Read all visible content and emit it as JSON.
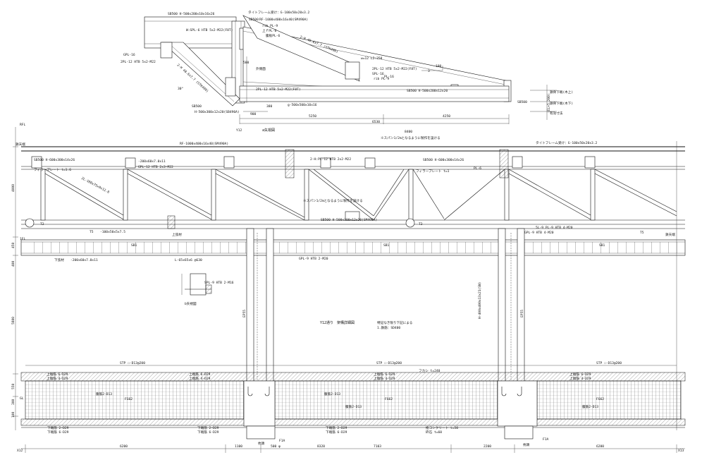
{
  "top_detail": {
    "labels": {
      "s500_top": "SB500 H-500x200x10x16x26",
      "tie_frame_top": "タイトフレーム受け：G-100x50x20x3.2",
      "s500_b": "SB500",
      "rf": "RF-1000x400x16x40(SM490A)",
      "rib_pl9": "rib PL-9",
      "flange_pl6": "上ｆPL-6",
      "web_pl6": "腹板PL-6",
      "gpl_16": "GPL-16",
      "gpl_12_htb": "2PL-12 HTB 5x2-M22",
      "diag1": "2-H 48.6x7.7 (STK400)",
      "diag2": "2-H 48.6x7.7 (STK400)",
      "angle": "30°",
      "w_spl6": "W:SPL-6 HTB 5x2-M22(F8T)",
      "s500_lower": "SB500",
      "bot_chord": "H-500x300x12x20(SB490A)",
      "plate": "g-500x500x10x16",
      "spl12": "2PL-12 HTB 5x2-M22(F8T)",
      "spl16": "SPL-16",
      "rib_pl9b": "rib PL-9",
      "pl16": "PL-16",
      "sh_t": "外側面",
      "wt": "w=12 L2:250",
      "s500_right": "SB500 H-500x200x12x20",
      "s500_lowright": "SB500",
      "dim_900": "900",
      "dim_380": "380",
      "dim_500": "500",
      "dim_5250": "5250",
      "dim_6530": "6530",
      "dim_4250": "4250",
      "slope_100": "100",
      "slope_3": "3",
      "y12": "Y12",
      "section_a": "a矢視図",
      "legend1": "鉄骨下端(木上)",
      "legend2": "鉄骨下端(木下)",
      "legend3": "有効寸法",
      "side_scale": "(EL+5.200)"
    }
  },
  "elevation": {
    "labels": {
      "top_beam": "RF-1000x400x16x40(SM490A)",
      "tie_frame": "タイトフレーム受け：G-100x50x20x3.2",
      "span_note1": "※スパン1/2mとなるように製作を設ける",
      "span_note2": "※スパン1/2mとなるように製作を設ける",
      "dim_8400": "8400",
      "gpl12a": "2-H:PL-12 HTB 2x2-M22",
      "filler1": "フィラープレート t=1.6",
      "filler2": "フィラープレート t=1",
      "pl6_r": "PL-6",
      "sb500_left": "SB500 H-600x300x14x26",
      "sb500_right": "SB500 H-600x300x14x26",
      "gpl12b": "GPL-12 HTB 2x3-M22",
      "pl_left": "-200x60x7.0x11",
      "diag_left": "2L-100x75x9x12.0",
      "lower_chord": "SB500 H-500x300x12x20(SM490A)",
      "t5_a": "-100x50x5x7.5",
      "upper_bracing": "上弦材",
      "lower_bracing": "下弦材",
      "hb": "-200x60x7.0x11",
      "angle_bracing": "L-65x65x6 @630",
      "s81a": "SB1",
      "s81b": "SB1",
      "s81c": "SB1",
      "gpl9": "GPL-9 HTB 2-M20",
      "gpl9b": "GPL-9 HTB 4-M20",
      "tie_left": "T2",
      "tie_mid": "T2",
      "t5_b": "T5",
      "t5_c": "T5",
      "section_b": "b矢視図",
      "spl_b": "SPL-9 HTB 2-M16",
      "y12_note": "Y12通り　架構詳細図",
      "note_a": "特記なき限り下記による",
      "note_b": "1.鉄筋：SD400",
      "column_label1": "EP55",
      "column_label2": "EP55",
      "column_label3": "H-400x400x13x21(SN)",
      "girder_right": "5L-9 PL-9 HTB 4-M20",
      "left_h1": "4000",
      "left_h2": "450",
      "left_h3": "400",
      "left_h4": "5800",
      "left_h5": "550",
      "left_h6": "300",
      "left_h7": "100",
      "level_rfl": "RFL",
      "level_1fl": "1FL",
      "level_gl": "GL",
      "level_bfl": "鉄天端",
      "right_label": "鉄天端"
    }
  },
  "foundation": {
    "labels": {
      "stp1": "STP ☐-D13@200",
      "stp2": "STP ☐-D13@200",
      "stp3": "STP ☐-D13@200",
      "fukashi": "フカシ t=240",
      "top1": "上端筋 6-D29",
      "top2": "上端筋 4-D29",
      "top3": "上端筋 6-D29",
      "top4": "上端筋 4-D29",
      "top5": "上端筋 6-D29",
      "top6": "上端筋 4-D29",
      "top7": "上端筋 6-D29",
      "top8": "上端筋 4-D29",
      "fg1": "FG62",
      "fg2": "FG62",
      "fg3": "FG62",
      "web1": "腹筋2-D13",
      "web2": "腹筋2-D13",
      "web3": "腹筋2-D13",
      "web4": "腹筋2-D13",
      "bot1": "下端筋 2-D29",
      "bot2": "下端筋 6-D29",
      "bot3": "下端筋 2-D29",
      "bot4": "下端筋 6-D29",
      "bot5": "下端筋 2-D29",
      "bot6": "下端筋 6-D29",
      "levelcon": "捨コンクリート t=50",
      "gravel": "砕石 t=60",
      "f1a": "F1A",
      "f1b": "F1A",
      "pile": "杭頭",
      "pile2": "杭頭",
      "pile_dia": "500 φ",
      "dim_6200a": "6200",
      "dim_1100": "1100",
      "dim_8320": "8320",
      "dim_7103": "7103",
      "dim_2200": "2200",
      "dim_6200b": "6200",
      "x12": "X12",
      "x13": "X13"
    }
  }
}
